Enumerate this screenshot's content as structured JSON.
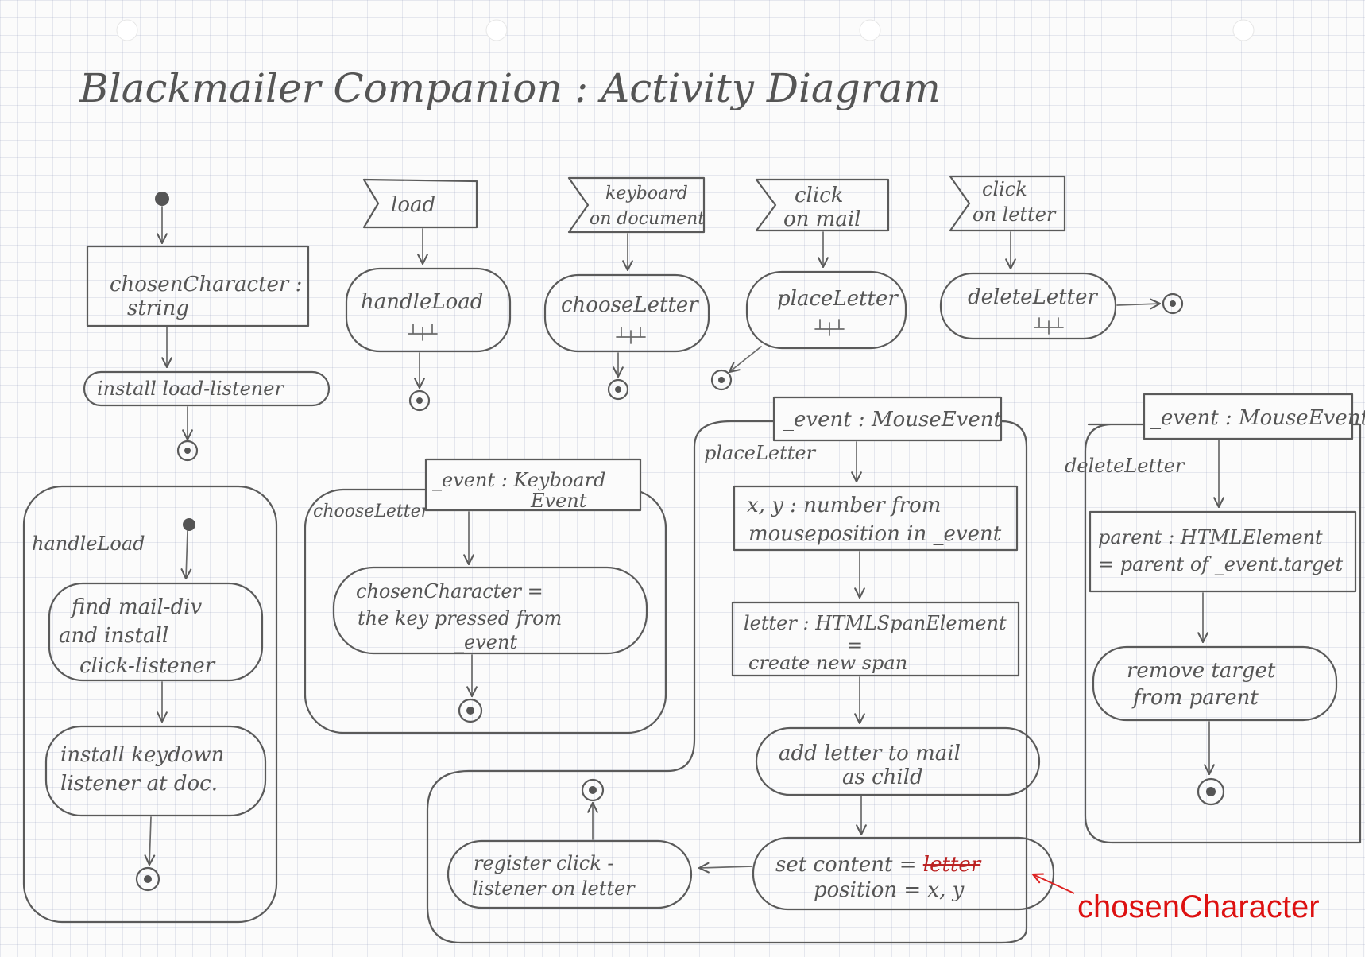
{
  "title": "Blackmailer Companion : Activity Diagram",
  "start": {
    "declaration": [
      "chosenCharacter :",
      "string"
    ],
    "install_action": "install load-listener"
  },
  "signals": {
    "load": "load",
    "keyboard": [
      "keyboard",
      "on document"
    ],
    "click_mail": [
      "click",
      "on mail"
    ],
    "click_letter": [
      "click",
      "on letter"
    ]
  },
  "handlers": {
    "handle_load": "handleLoad",
    "choose_letter": "chooseLetter",
    "place_letter": "placeLetter",
    "delete_letter": "deleteLetter"
  },
  "handle_load_activity": {
    "name": "handleLoad",
    "actions": [
      [
        "find mail-div",
        "and install",
        "click-listener"
      ],
      [
        "install keydown",
        "listener at doc."
      ]
    ]
  },
  "choose_letter_activity": {
    "name": "chooseLetter",
    "param": [
      "_event : Keyboard",
      "Event"
    ],
    "action": [
      "chosenCharacter =",
      "the key pressed from",
      "_event"
    ]
  },
  "place_letter_activity": {
    "name": "placeLetter",
    "param": "_event : MouseEvent",
    "step1": [
      "x, y : number from",
      "mouseposition in _event"
    ],
    "step2": [
      "letter : HTMLSpanElement",
      "=",
      "create new span"
    ],
    "step3": [
      "add letter to mail",
      "as child"
    ],
    "step4_line1_prefix": "set content = ",
    "step4_line1_struck": "letter",
    "step4_line2": "position = x, y",
    "step5": [
      "register click -",
      "listener on letter"
    ]
  },
  "delete_letter_activity": {
    "name": "deleteLetter",
    "param": "_event : MouseEvent",
    "step1": [
      "parent : HTMLElement",
      "= parent of _event.target"
    ],
    "step2": [
      "remove target",
      "from parent"
    ]
  },
  "correction": "chosenCharacter",
  "colors": {
    "pencil": "#5a5a5a",
    "correction": "#dd1111",
    "grid": "#b4bccf"
  }
}
